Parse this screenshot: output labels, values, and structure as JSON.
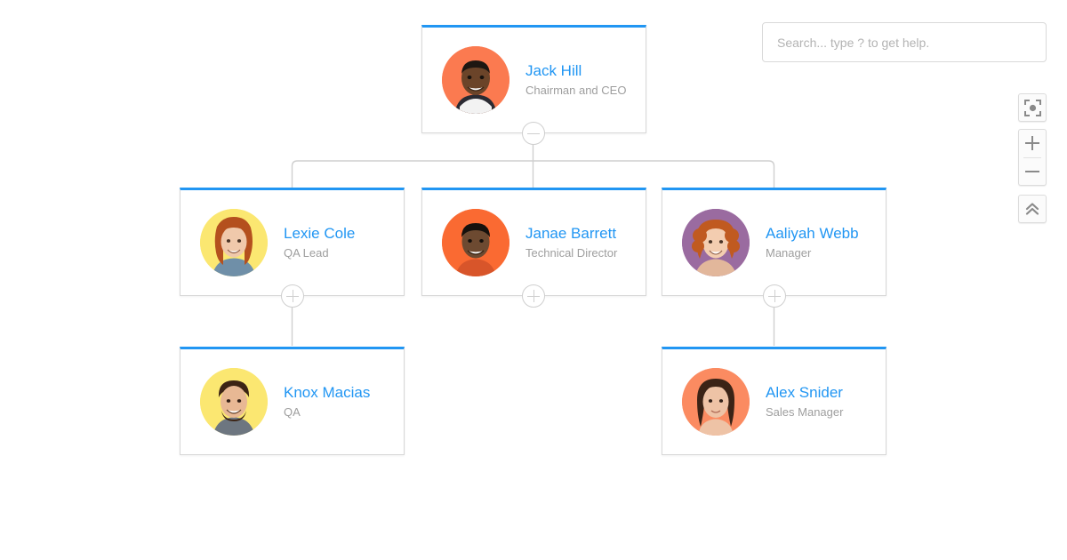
{
  "search": {
    "placeholder": "Search... type ? to get help.",
    "value": ""
  },
  "controls": [
    {
      "name": "fit-to-screen-button",
      "icon": "fit-screen-icon",
      "label": "Fit to screen"
    },
    {
      "name": "zoom-in-button",
      "icon": "plus-icon",
      "label": "Zoom in"
    },
    {
      "name": "zoom-out-button",
      "icon": "minus-icon",
      "label": "Zoom out"
    },
    {
      "name": "collapse-all-button",
      "icon": "chevron-double-up-icon",
      "label": "Collapse all"
    }
  ],
  "chart_colors": {
    "accent": "#2196f3",
    "name_text": "#2196f3",
    "title_text": "#9e9e9e",
    "card_border": "#d8d8d8",
    "connector": "#cfcfcf",
    "background": "#ffffff"
  },
  "org_chart": {
    "type": "tree",
    "nodes": [
      {
        "id": "jack-hill",
        "name": "Jack Hill",
        "title": "Chairman and CEO",
        "level": 0,
        "avatar_bg": "#fb7a50",
        "avatar_skin": "#6b4429",
        "avatar_hair": "#1d1712",
        "toggle": "minus",
        "parent": null
      },
      {
        "id": "lexie-cole",
        "name": "Lexie Cole",
        "title": "QA Lead",
        "level": 1,
        "avatar_bg": "#fbe771",
        "avatar_skin": "#f0c9ab",
        "avatar_hair": "#b4501e",
        "toggle": "plus",
        "parent": "jack-hill"
      },
      {
        "id": "janae-barrett",
        "name": "Janae Barrett",
        "title": "Technical Director",
        "level": 1,
        "avatar_bg": "#fa6a32",
        "avatar_skin": "#6d4a31",
        "avatar_hair": "#16110d",
        "toggle": "plus",
        "parent": "jack-hill"
      },
      {
        "id": "aaliyah-webb",
        "name": "Aaliyah Webb",
        "title": "Manager",
        "level": 1,
        "avatar_bg": "#9a6ba0",
        "avatar_skin": "#f3cdb0",
        "avatar_hair": "#c05a20",
        "toggle": "plus",
        "parent": "jack-hill"
      },
      {
        "id": "knox-macias",
        "name": "Knox Macias",
        "title": "QA",
        "level": 2,
        "avatar_bg": "#fbe771",
        "avatar_skin": "#e8b894",
        "avatar_hair": "#3c2415",
        "toggle": "none",
        "parent": "lexie-cole"
      },
      {
        "id": "alex-snider",
        "name": "Alex Snider",
        "title": "Sales Manager",
        "level": 2,
        "avatar_bg": "#fb8b61",
        "avatar_skin": "#eec3a6",
        "avatar_hair": "#3b2316",
        "toggle": "none",
        "parent": "aaliyah-webb"
      }
    ]
  }
}
